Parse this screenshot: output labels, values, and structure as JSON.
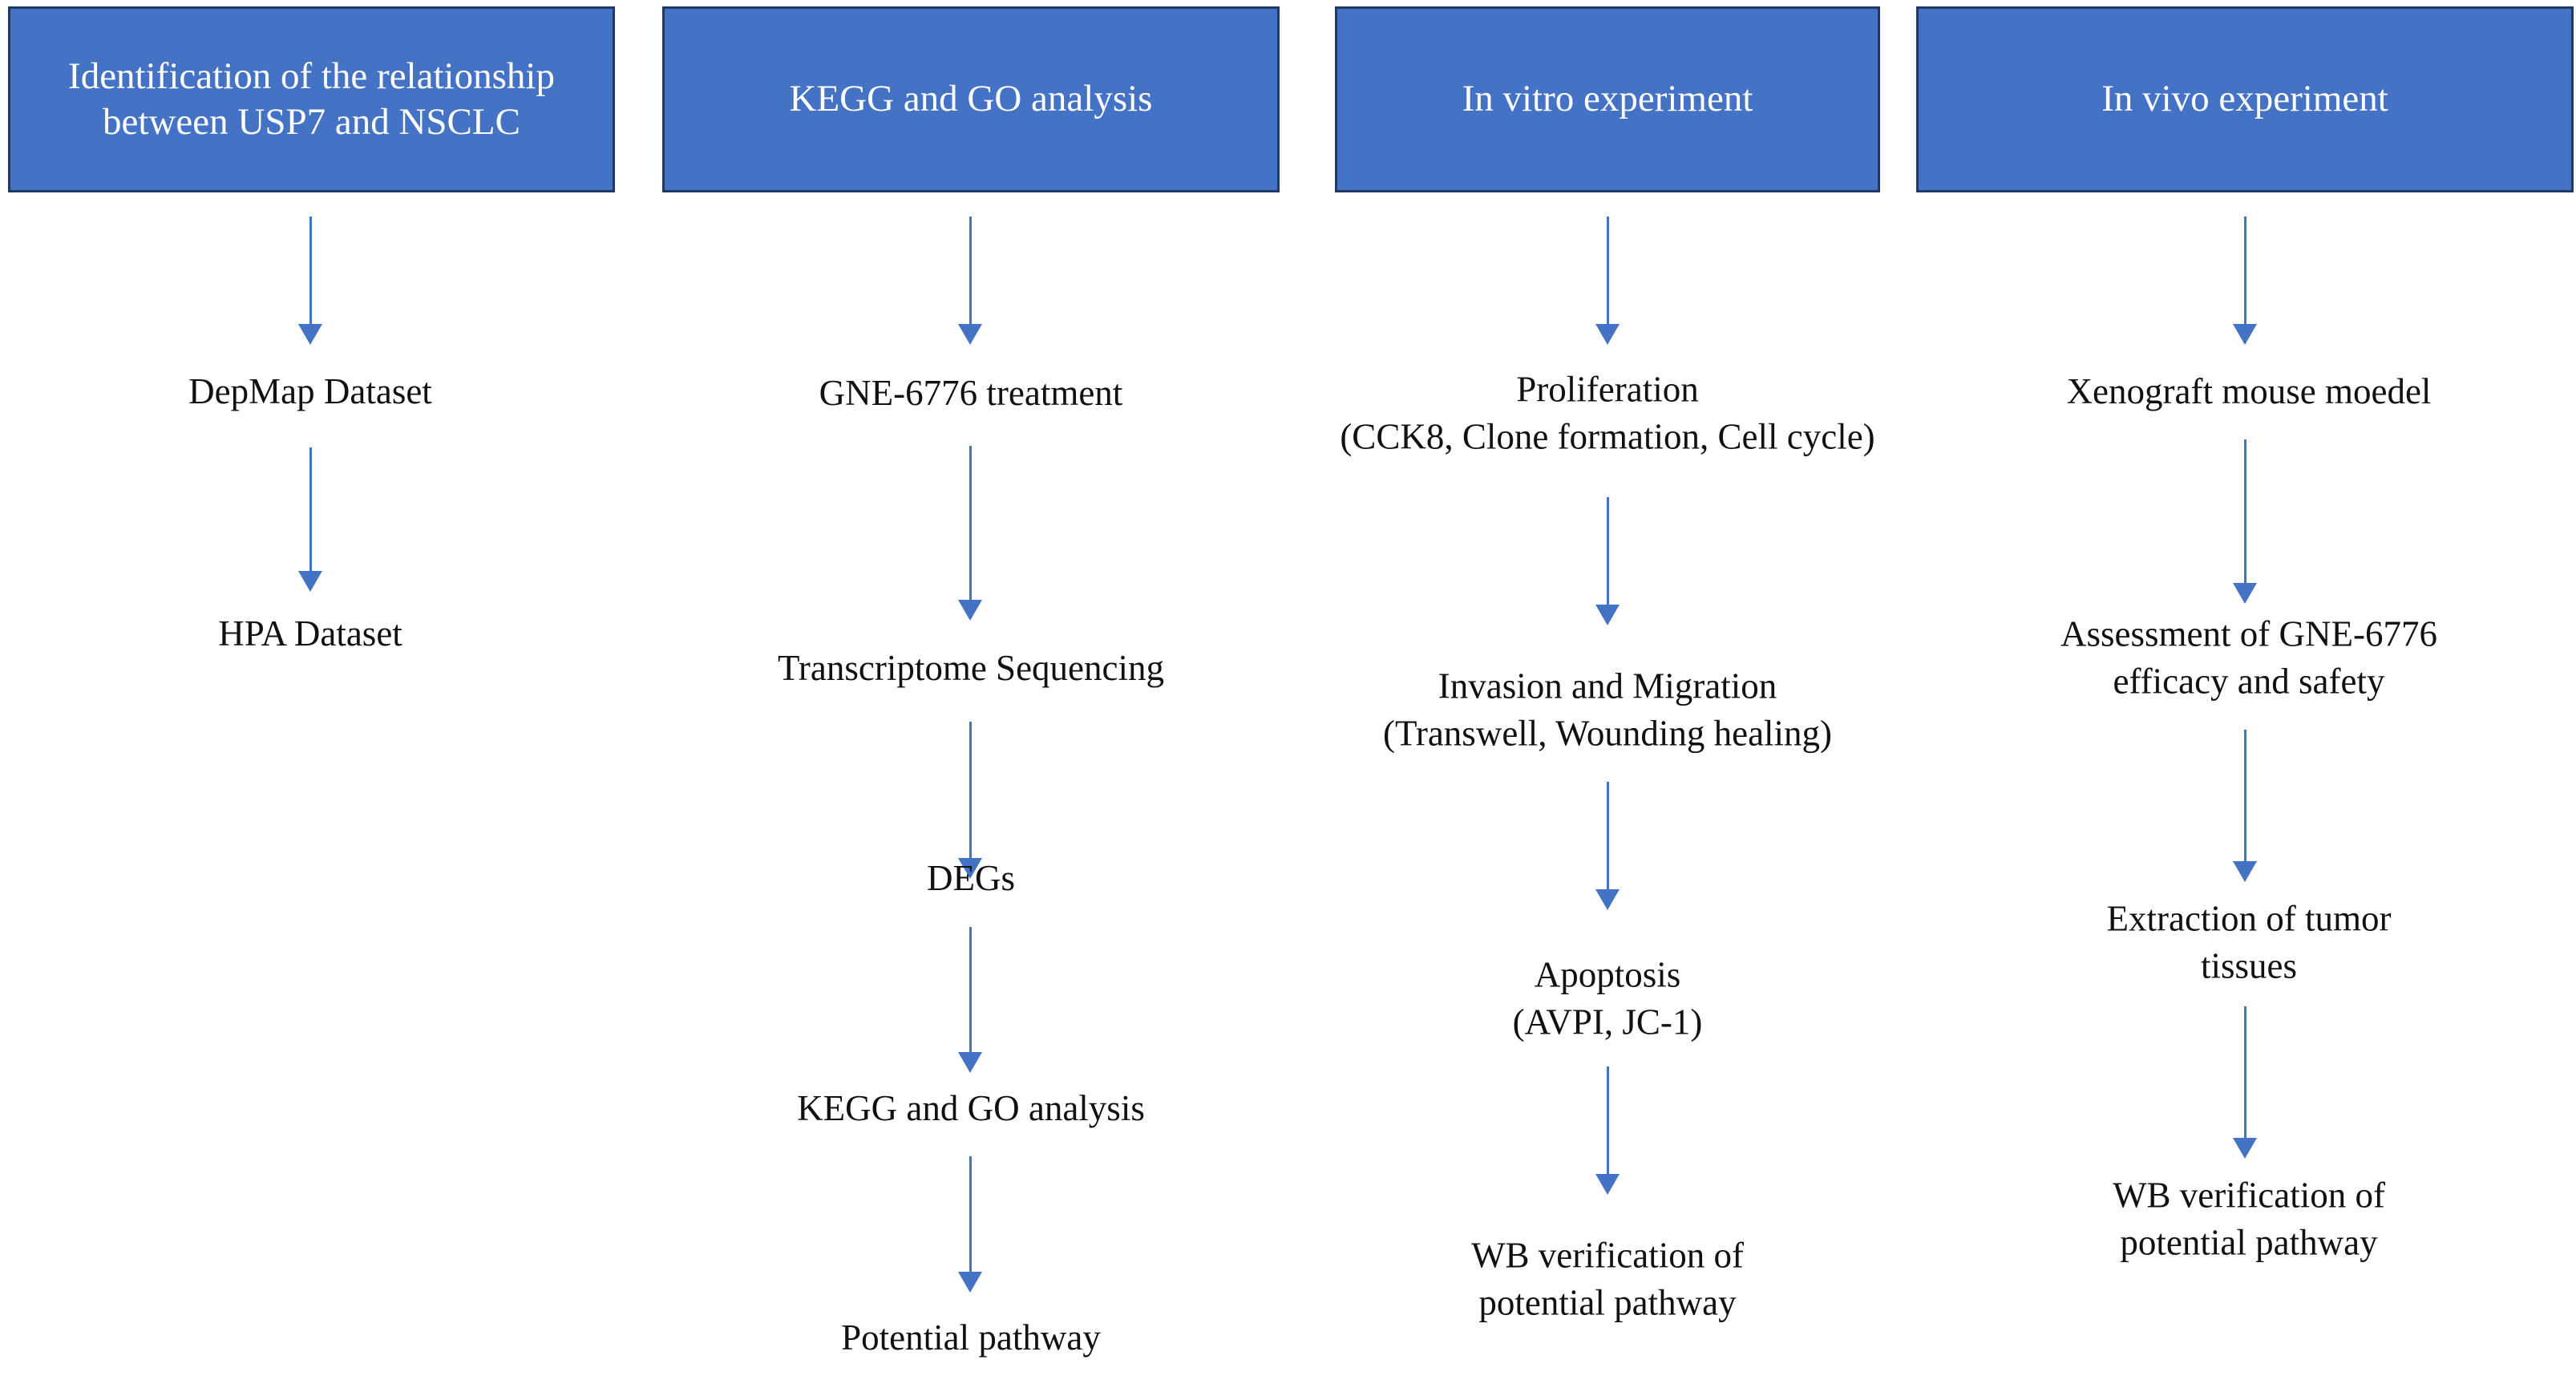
{
  "figure": {
    "type": "flowchart",
    "orientation": "four-parallel-columns",
    "accent_color": "#4472C4",
    "box_border_color": "#1F3864",
    "box_text_color": "#FFFFFF",
    "body_text_color": "#111111",
    "background_color": "#FFFFFF"
  },
  "columns": [
    {
      "id": "col-identification",
      "header": "Identification of the\nrelationship between USP7\nand NSCLC",
      "steps": [
        {
          "label": "DepMap Dataset"
        },
        {
          "label": "HPA Dataset"
        }
      ]
    },
    {
      "id": "col-kegg-go",
      "header": "KEGG and GO analysis",
      "steps": [
        {
          "label": "GNE-6776 treatment"
        },
        {
          "label": "Transcriptome Sequencing"
        },
        {
          "label": "DEGs"
        },
        {
          "label": "KEGG and GO analysis"
        },
        {
          "label": "Potential pathway"
        }
      ]
    },
    {
      "id": "col-in-vitro",
      "header": "In vitro experiment",
      "steps": [
        {
          "label": "Proliferation\n(CCK8, Clone formation, Cell cycle)"
        },
        {
          "label": "Invasion and Migration\n(Transwell, Wounding healing)"
        },
        {
          "label": "Apoptosis\n(AVPI, JC-1)"
        },
        {
          "label": "WB verification of\npotential pathway"
        }
      ]
    },
    {
      "id": "col-in-vivo",
      "header": "In vivo experiment",
      "steps": [
        {
          "label": "Xenograft mouse moedel"
        },
        {
          "label": "Assessment of GNE-6776\nefficacy and safety"
        },
        {
          "label": "Extraction of tumor\ntissues"
        },
        {
          "label": "WB verification of\npotential pathway"
        }
      ]
    }
  ]
}
